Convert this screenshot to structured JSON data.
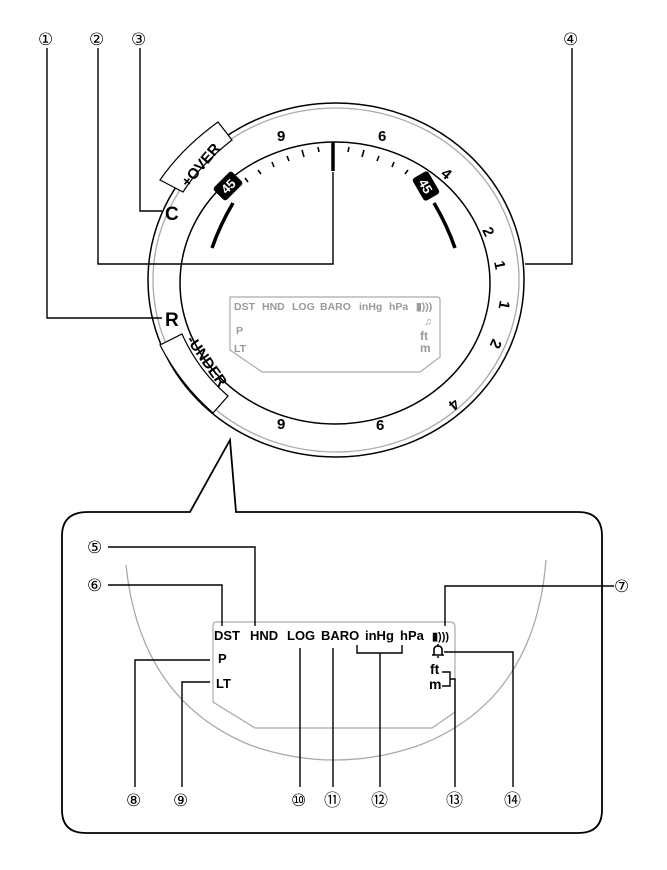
{
  "callouts": {
    "c1": "①",
    "c2": "②",
    "c3": "③",
    "c4": "④",
    "c5": "⑤",
    "c6": "⑥",
    "c7": "⑦",
    "c8": "⑧",
    "c9": "⑨",
    "c10": "⑩",
    "c11": "⑪",
    "c12": "⑫",
    "c13": "⑬",
    "c14": "⑭"
  },
  "watch": {
    "letter_c": "C",
    "letter_r": "R",
    "over_label": "+OVER",
    "under_label": "-UNDER",
    "bezel_top": [
      "9",
      "6",
      "4",
      "2",
      "1"
    ],
    "bezel_bottom": [
      "1",
      "2",
      "4",
      "6",
      "9"
    ],
    "badge_left": "45",
    "badge_right": "45"
  },
  "lcd": {
    "dst": "DST",
    "hnd": "HND",
    "log": "LOG",
    "baro": "BARO",
    "inhg": "inHg",
    "hpa": "hPa",
    "p": "P",
    "lt": "LT",
    "ft": "ft",
    "m": "m",
    "battery_icon": "battery-level-icon",
    "bell_icon": "alarm-bell-icon"
  },
  "colors": {
    "line": "#000000",
    "gray": "#9a9a9a"
  }
}
